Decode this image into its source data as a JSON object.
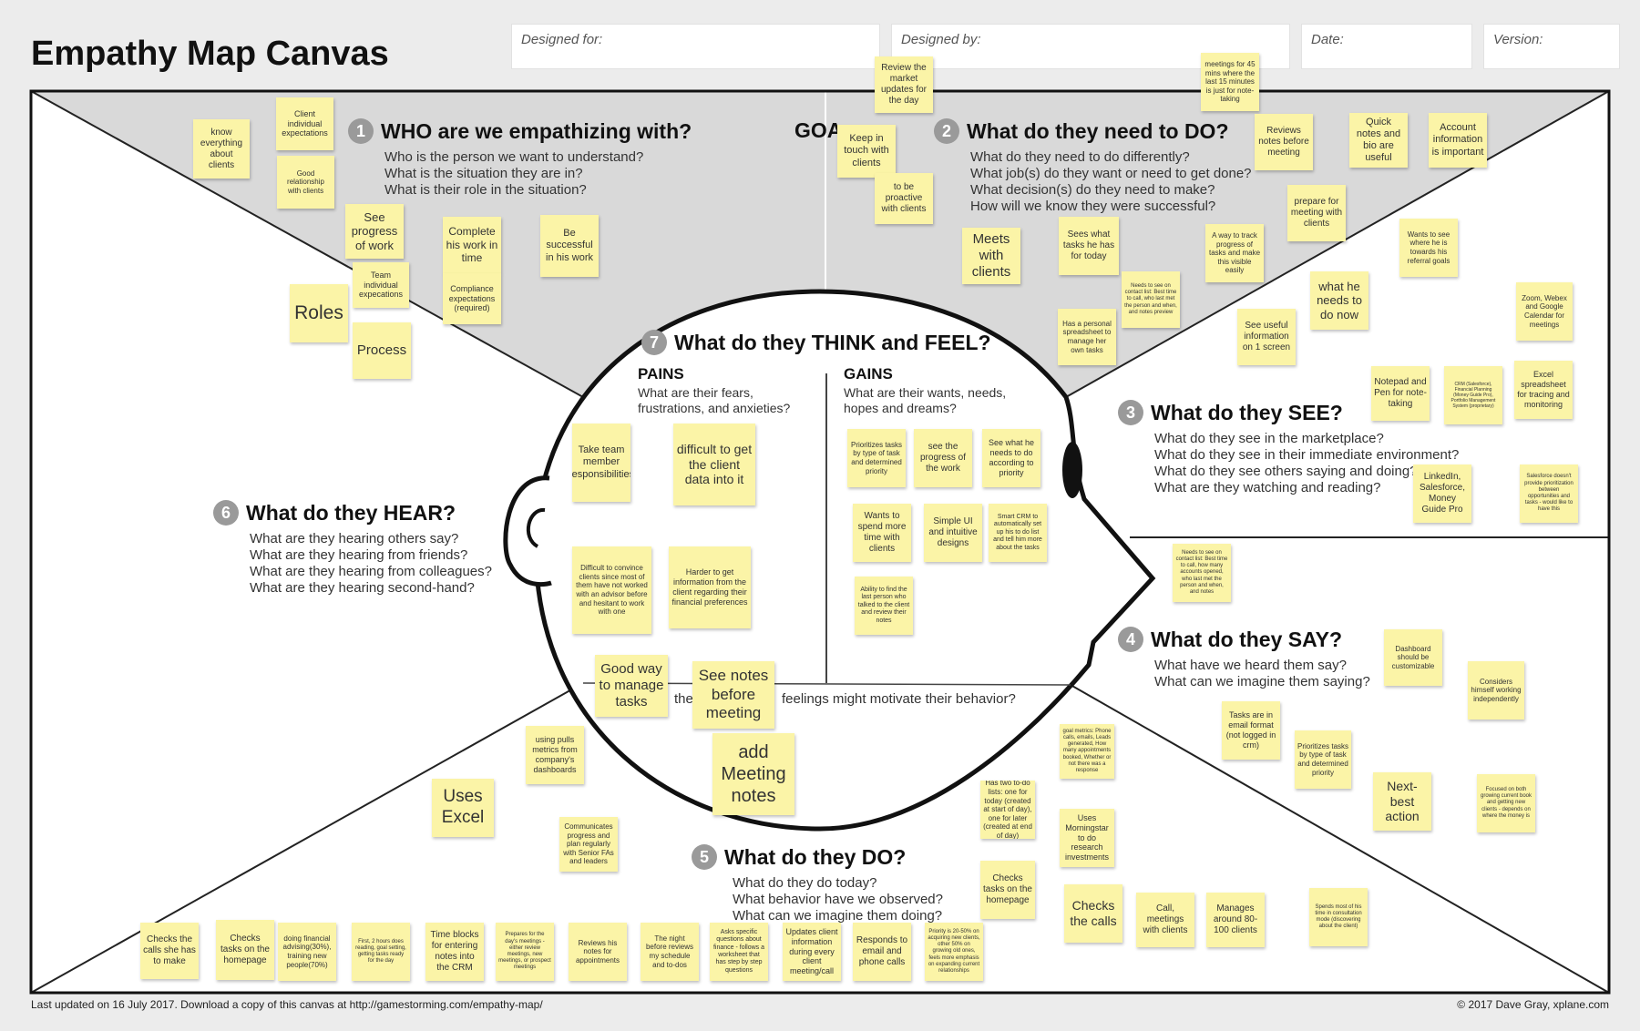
{
  "title": "Empathy Map Canvas",
  "header": {
    "designed_for": "Designed for:",
    "designed_by": "Designed by:",
    "date": "Date:",
    "version": "Version:"
  },
  "sections": {
    "who": {
      "num": "1",
      "title": "WHO are we empathizing with?",
      "questions": [
        "Who is the person we want to understand?",
        "What is the situation they are in?",
        "What is their role in the situation?"
      ]
    },
    "goal": {
      "label": "GOA"
    },
    "do_need": {
      "num": "2",
      "title": "What do they need to DO?",
      "questions": [
        "What do they need to do differently?",
        "What job(s) do they want or need to get done?",
        "What decision(s) do they need to make?",
        "How will we know they were successful?"
      ]
    },
    "see": {
      "num": "3",
      "title": "What do they SEE?",
      "questions": [
        "What do they see in the marketplace?",
        "What do they see in their immediate environment?",
        "What do they see others saying and doing?",
        "What are they watching and reading?"
      ]
    },
    "say": {
      "num": "4",
      "title": "What do they SAY?",
      "questions": [
        "What have we heard them say?",
        "What can we imagine them saying?"
      ]
    },
    "do": {
      "num": "5",
      "title": "What do they DO?",
      "questions": [
        "What do they do today?",
        "What behavior have we observed?",
        "What can we imagine them doing?"
      ]
    },
    "hear": {
      "num": "6",
      "title": "What do they HEAR?",
      "questions": [
        "What are they hearing others say?",
        "What are they hearing from friends?",
        "What are they hearing from colleagues?",
        "What are they hearing second-hand?"
      ]
    },
    "think": {
      "num": "7",
      "title": "What do they THINK and FEEL?"
    },
    "pains": {
      "title": "PAINS",
      "text": "What are their fears, frustrations, and anxieties?"
    },
    "gains": {
      "title": "GAINS",
      "text": "What are their wants, needs, hopes and dreams?"
    },
    "motivate": {
      "left": "the",
      "right": "feelings might motivate their behavior?"
    }
  },
  "notes": [
    "know everything about clients",
    "Client individual expectations",
    "Good relationship with clients",
    "See progress of work",
    "Team individual expecations",
    "Complete his work in time",
    "Compliance expectations (required)",
    "Be successful in his work",
    "Roles",
    "Process",
    "Review the market updates for the day",
    "Keep in touch with clients",
    "to be proactive with clients",
    "meetings for 45 mins where the last 15 minutes is just for note-taking",
    "Reviews notes before meeting",
    "Quick notes and bio are useful",
    "Account information is important",
    "prepare for meeting with clients",
    "Meets with clients",
    "Sees what tasks he has for today",
    "A way to track progress of tasks and make this visible easily",
    "Wants to see where he is towards his referral goals",
    "Needs to see on contact list: Best time to call, who last met the person and when, and notes preview",
    "Has a personal spreadsheet to manage her own tasks",
    "what he needs to do now",
    "See useful information on 1 screen",
    "Zoom, Webex and Google Calendar for meetings",
    "Notepad and Pen for note-taking",
    "CRM (Salesforce), Financial Planning (Money Guide Pro), Portfolio Management System (proprietary)",
    "Excel spreadsheet for tracing and monitoring",
    "LinkedIn, Salesforce, Money Guide Pro",
    "Salesforce doesn't provide prioritization between opportunities and tasks - would like to have this",
    "Take team member responsibilities",
    "difficult to get the client data into it",
    "Difficult to convince clients since most of them have not worked with an advisor before and hesitant to work with one",
    "Harder to get information from the client regarding their financial preferences",
    "Good way to manage tasks",
    "See notes before meeting",
    "add Meeting notes",
    "Prioritizes tasks by type of task and determined priority",
    "see the progress of the work",
    "See what he needs to do according to priority",
    "Wants to spend more time with clients",
    "Simple UI and intuitive designs",
    "Smart CRM to automatically set up his to do list and tell him more about the tasks",
    "Ability to find the last person who talked to the client and review their notes",
    "Needs to see on contact list: Best time to call, how many accounts opened, who last met the person and when, and notes",
    "Dashboard should be customizable",
    "Considers himself working independently",
    "Tasks are in email format (not logged in crm)",
    "Prioritizes tasks by type of task and determined priority",
    "Next-best action",
    "Focused on both growing current book and getting new clients - depends on where the money is",
    "using pulls metrics from company's dashboards",
    "Uses Excel",
    "Communicates progress and plan regularly with Senior FAs and leaders",
    "goal metrics: Phone calls, emails, Leads generated, How many appointments booked, Whether or not there was a response",
    "Has two to-do lists: one for today (created at start of day), one for later (created at end of day)",
    "Uses Morningstar to do research investments",
    "Checks tasks on the homepage",
    "Checks the calls",
    "Call, meetings with clients",
    "Manages around 80-100 clients",
    "Spends most of his time in consultation mode (discovering about the client)",
    "Checks the calls she has to make",
    "Checks tasks on the homepage",
    "doing financial advising(30%), training new people(70%)",
    "First, 2 hours does reading, goal setting, getting tasks ready for the day",
    "Time blocks for entering notes into the CRM",
    "Prepares for the day's meetings - either review meetings, new meetings, or prospect meetings",
    "Reviews his notes for appointments",
    "The night before reviews my schedule and to-dos",
    "Asks specific questions about finance - follows a worksheet that has step by step questions",
    "Updates client information during every client meeting/call",
    "Responds to email and phone calls",
    "Priority is 20-50% on acquiring new clients, other 50% on growing old ones, feels more emphasis on expanding current relationships"
  ],
  "footer": {
    "left": "Last updated on 16 July 2017. Download a copy of this canvas at http://gamestorming.com/empathy-map/",
    "right": "© 2017 Dave Gray, xplane.com"
  }
}
